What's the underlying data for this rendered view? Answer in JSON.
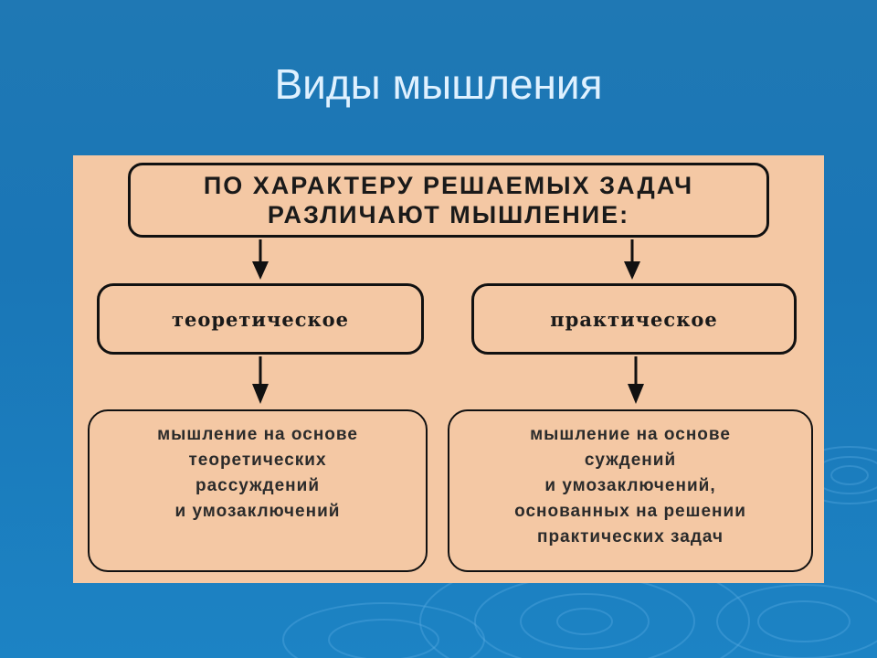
{
  "slide": {
    "title": "Виды мышления"
  },
  "diagram": {
    "root": {
      "line1": "ПО ХАРАКТЕРУ РЕШАЕМЫХ ЗАДАЧ",
      "line2": "РАЗЛИЧАЮТ МЫШЛЕНИЕ:"
    },
    "branches": [
      {
        "label": "теоретическое",
        "description": [
          "мышление на основе",
          "теоретических",
          "рассуждений",
          "и умозаключений"
        ]
      },
      {
        "label": "практическое",
        "description": [
          "мышление на основе",
          "суждений",
          "и умозаключений,",
          "основанных на решении",
          "практических задач"
        ]
      }
    ]
  },
  "colors": {
    "background": "#1a76b6",
    "panel": "#f4c8a4",
    "title_text": "#dff1ff",
    "outline": "#111111"
  }
}
